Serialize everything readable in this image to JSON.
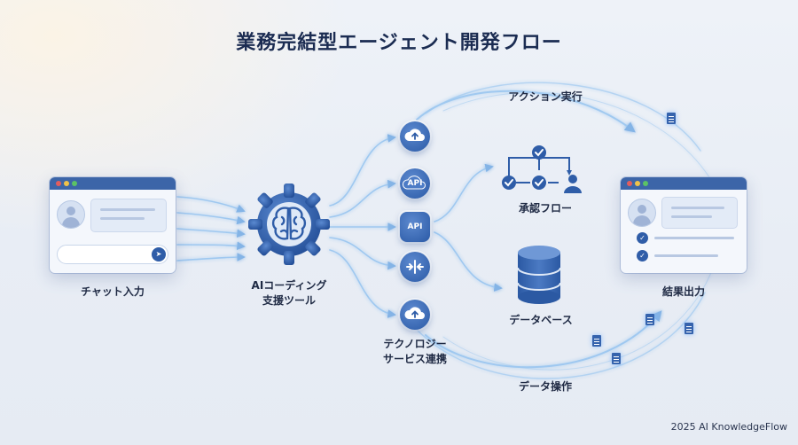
{
  "title": "業務完結型エージェント開発フロー",
  "labels": {
    "chat_input": "チャット入力",
    "ai_tool_line1": "AIコーディング",
    "ai_tool_line2": "支援ツール",
    "tech_line1": "テクノロジー",
    "tech_line2": "サービス連携",
    "action": "アクション実行",
    "approval": "承認フロー",
    "database": "データベース",
    "data_ops": "データ操作",
    "result": "結果出力"
  },
  "hubs": {
    "api_top": "API",
    "api_mid": "API"
  },
  "icons": {
    "send": "send-arrow-icon",
    "check": "check-icon",
    "cloud_upload": "cloud-upload-icon",
    "brain_gear": "brain-gear-icon",
    "database": "database-icon",
    "document": "document-icon"
  },
  "colors": {
    "primary": "#2f5da8",
    "title": "#1b2c52",
    "window_bar": "#3c65a8",
    "flow": "#8fc0ee"
  },
  "footer": "2025 AI KnowledgeFlow"
}
